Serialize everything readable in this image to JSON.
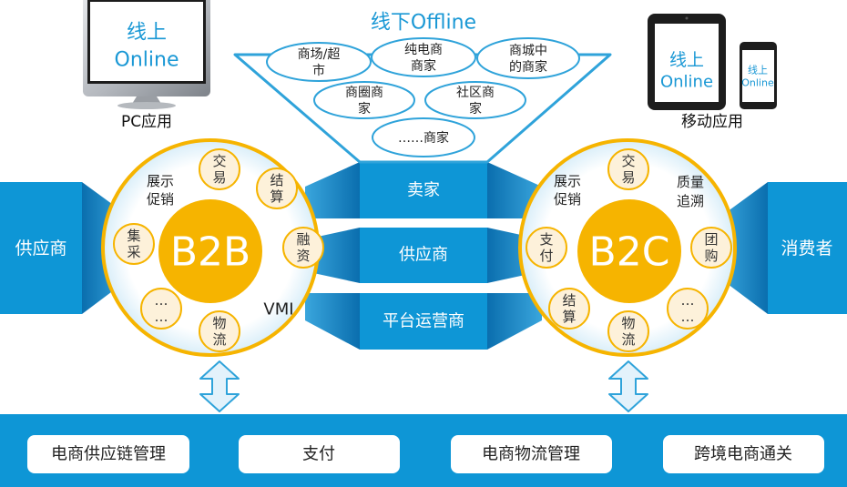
{
  "pc_app": {
    "screen_lines": [
      "线上",
      "Online"
    ],
    "label": "PC应用"
  },
  "mobile_app": {
    "tablet_lines": [
      "线上",
      "Online"
    ],
    "phone_lines": [
      "线上",
      "Online"
    ],
    "label": "移动应用"
  },
  "offline": {
    "title": "线下Offline",
    "merchants": [
      {
        "lines": [
          "商场/超",
          "市"
        ]
      },
      {
        "lines": [
          "纯电商",
          "商家"
        ]
      },
      {
        "lines": [
          "商城中",
          "的商家"
        ]
      },
      {
        "lines": [
          "商圈商",
          "家"
        ]
      },
      {
        "lines": [
          "社区商",
          "家"
        ]
      },
      {
        "lines": [
          "……商家"
        ]
      }
    ]
  },
  "supplier_side": {
    "label": "供应商"
  },
  "consumer_side": {
    "label": "消费者"
  },
  "b2b": {
    "title": "B2B",
    "nodes": [
      {
        "lines": [
          "交",
          "易"
        ]
      },
      {
        "lines": [
          "结",
          "算"
        ]
      },
      {
        "lines": [
          "融",
          "资"
        ]
      },
      {
        "lines": [
          "物",
          "流"
        ]
      },
      {
        "lines": [
          "…",
          "…"
        ]
      },
      {
        "lines": [
          "集",
          "采"
        ]
      }
    ],
    "labels": [
      {
        "lines": [
          "展示",
          "促销"
        ]
      },
      {
        "lines": [
          "VMI"
        ]
      }
    ]
  },
  "b2c": {
    "title": "B2C",
    "nodes": [
      {
        "lines": [
          "交",
          "易"
        ]
      },
      {
        "lines": [
          "团",
          "购"
        ]
      },
      {
        "lines": [
          "…",
          "…"
        ]
      },
      {
        "lines": [
          "物",
          "流"
        ]
      },
      {
        "lines": [
          "结",
          "算"
        ]
      },
      {
        "lines": [
          "支",
          "付"
        ]
      }
    ],
    "labels": [
      {
        "lines": [
          "展示",
          "促销"
        ]
      },
      {
        "lines": [
          "质量",
          "追溯"
        ]
      }
    ]
  },
  "roles": [
    "卖家",
    "供应商",
    "平台运营商"
  ],
  "services": [
    "电商供应链管理",
    "支付",
    "电商物流管理",
    "跨境电商通关"
  ],
  "icons": {
    "pc": "desktop-monitor-icon",
    "tablet": "tablet-icon",
    "phone": "smartphone-icon",
    "connector": "up-down-arrow-icon"
  },
  "colors": {
    "blue": "#0e96d6",
    "yellow": "#f6b400",
    "text-blue": "#1a98d5",
    "node-fill": "#fdf1da",
    "outline": "#2fa3da"
  }
}
